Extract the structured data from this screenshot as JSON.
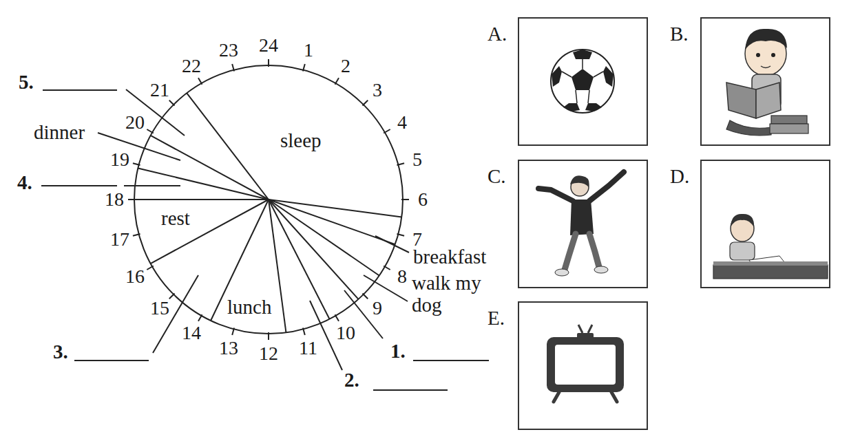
{
  "diagram": {
    "nodes": [
      {
        "text": [
          "A."
        ]
      },
      {
        "text": [
          "B."
        ]
      },
      {
        "text": [
          "C."
        ]
      },
      {
        "text": [
          "D."
        ]
      },
      {
        "text": [
          "E."
        ]
      }
    ],
    "labels": [
      "1",
      "2",
      "3",
      "4",
      "5",
      "6",
      "7",
      "8",
      "9",
      "10",
      "11",
      "12",
      "13",
      "14",
      "15",
      "16",
      "17",
      "18",
      "19",
      "20",
      "21",
      "22",
      "23",
      "24",
      "sleep",
      "rest",
      "lunch",
      "dinner",
      "breakfast",
      "walk my dog",
      "1.",
      "2.",
      "3.",
      "4.",
      "5."
    ]
  }
}
